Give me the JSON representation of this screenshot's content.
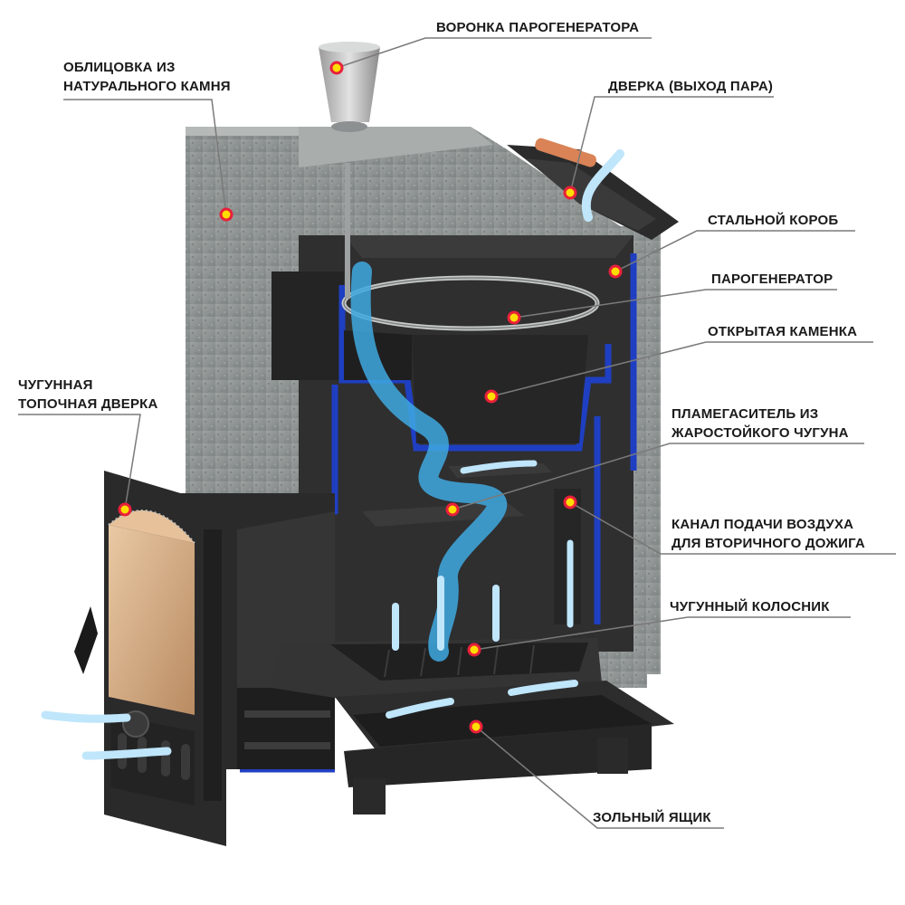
{
  "labels": {
    "funnel": "ВОРОНКА ПАРОГЕНЕРАТОРА",
    "cladding_line1": "ОБЛИЦОВКА ИЗ",
    "cladding_line2": "НАТУРАЛЬНОГО КАМНЯ",
    "steam_door": "ДВЕРКА (ВЫХОД ПАРА)",
    "steel_box": "СТАЛЬНОЙ КОРОБ",
    "steam_generator": "ПАРОГЕНЕРАТОР",
    "open_heater": "ОТКРЫТАЯ КАМЕНКА",
    "flame_line1": "ПЛАМЕГАСИТЕЛЬ ИЗ",
    "flame_line2": "ЖАРОСТОЙКОГО ЧУГУНА",
    "firebox_line1": "ЧУГУННАЯ",
    "firebox_line2": "ТОПОЧНАЯ ДВЕРКА",
    "air_line1": "КАНАЛ ПОДАЧИ ВОЗДУХА",
    "air_line2": "ДЛЯ ВТОРИЧНОГО ДОЖИГА",
    "grate": "ЧУГУННЫЙ КОЛОСНИК",
    "ash_box": "ЗОЛЬНЫЙ ЯЩИК"
  },
  "colors": {
    "marker_fill": "#ffdd00",
    "marker_ring": "#e8203a",
    "stone": "#8f9594",
    "steel": "#2c2c2c",
    "insulation": "#1f3fc2",
    "airflow": "#3fa9e0",
    "leader_line": "#7a7a7a"
  }
}
